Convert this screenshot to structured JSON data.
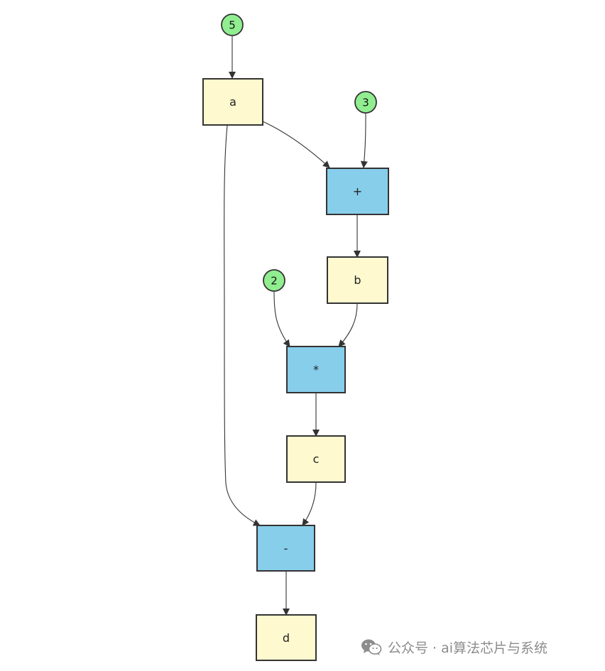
{
  "diagram": {
    "constants": [
      {
        "id": "c5",
        "label": "5"
      },
      {
        "id": "c3",
        "label": "3"
      },
      {
        "id": "c2",
        "label": "2"
      }
    ],
    "variables": [
      {
        "id": "a",
        "label": "a"
      },
      {
        "id": "b",
        "label": "b"
      },
      {
        "id": "c",
        "label": "c"
      },
      {
        "id": "d",
        "label": "d"
      }
    ],
    "operations": [
      {
        "id": "plus",
        "label": "+"
      },
      {
        "id": "mul",
        "label": "*"
      },
      {
        "id": "minus",
        "label": "-"
      }
    ],
    "edges": [
      {
        "from": "c5",
        "to": "a"
      },
      {
        "from": "a",
        "to": "plus"
      },
      {
        "from": "c3",
        "to": "plus"
      },
      {
        "from": "plus",
        "to": "b"
      },
      {
        "from": "c2",
        "to": "mul"
      },
      {
        "from": "b",
        "to": "mul"
      },
      {
        "from": "mul",
        "to": "c"
      },
      {
        "from": "a",
        "to": "minus"
      },
      {
        "from": "c",
        "to": "minus"
      },
      {
        "from": "minus",
        "to": "d"
      }
    ],
    "colors": {
      "variable_fill": "#fff9cf",
      "operation_fill": "#87ceeb",
      "constant_fill": "#90ee90",
      "stroke": "#333333"
    }
  },
  "watermark": {
    "text": "公众号 · ai算法芯片与系统",
    "icon": "wechat-icon"
  }
}
